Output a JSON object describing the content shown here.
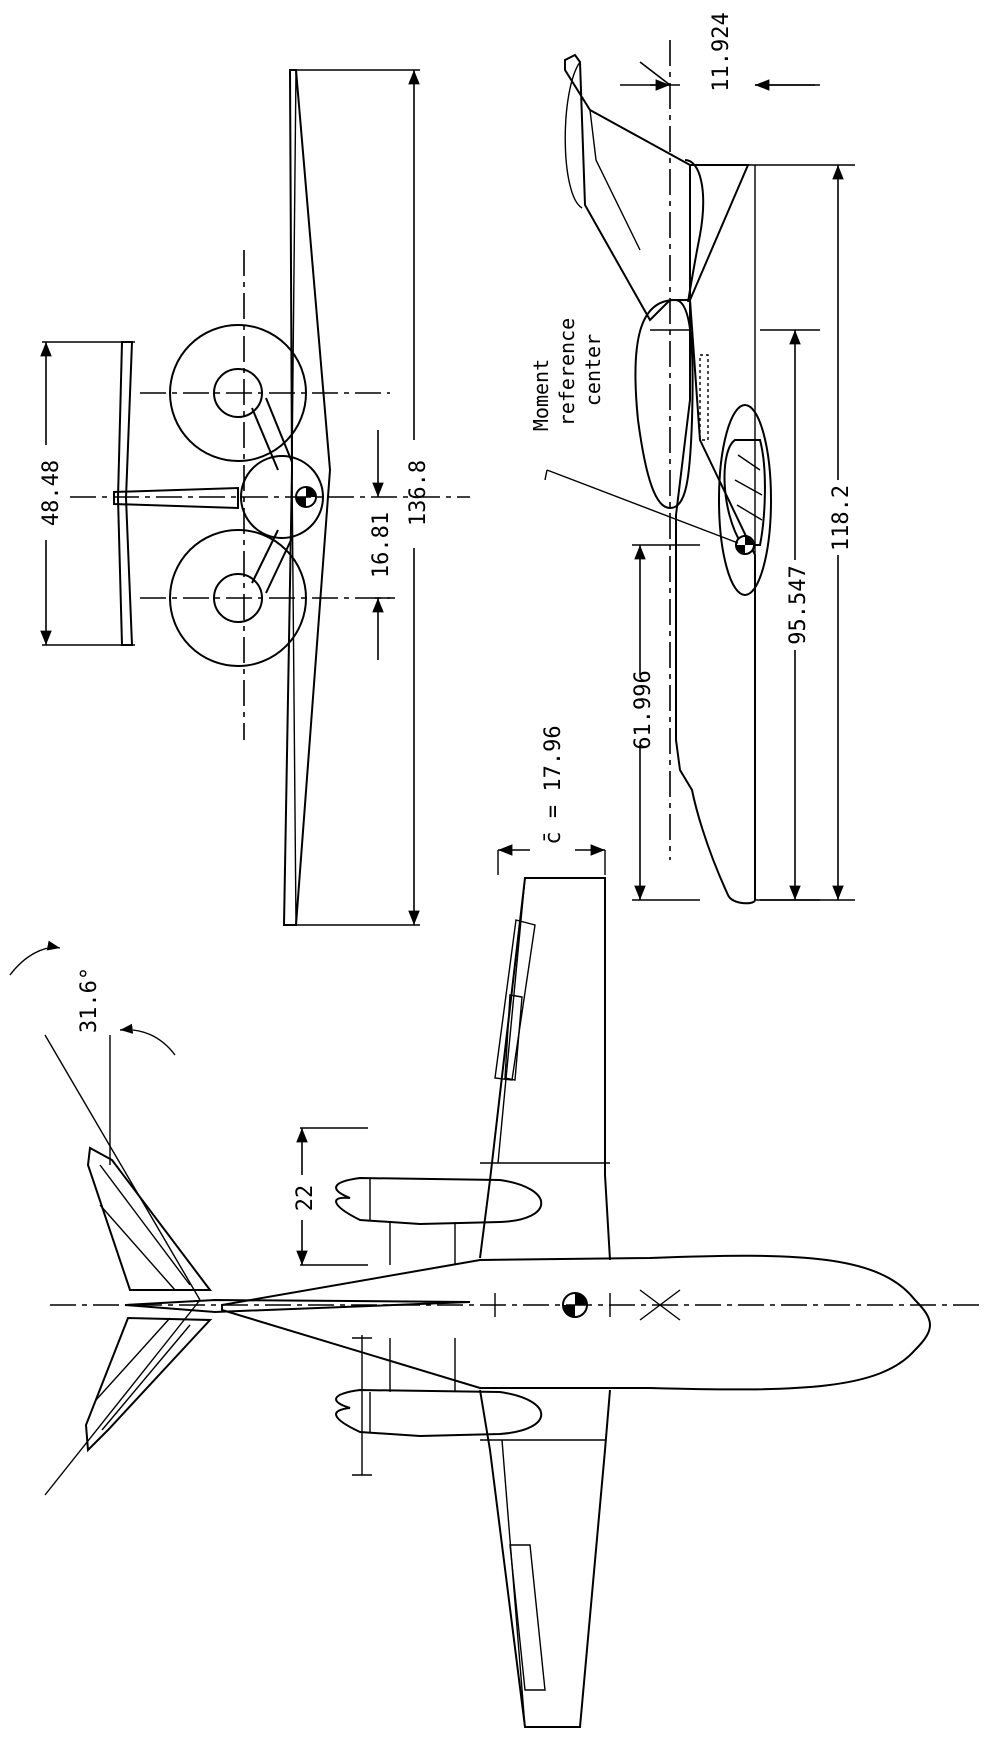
{
  "dimensions": {
    "span": "136.8",
    "tail_span": "48.48",
    "nacelle_offset": "16.81",
    "sweep_angle": "31.6°",
    "nacelle_length": "22",
    "mean_chord": "c̄ = 17.96",
    "length_to_mrc": "61.996",
    "length_95": "95.547",
    "overall_length": "118.2",
    "tail_height": "11.924"
  },
  "annotations": {
    "moment_reference_center": [
      "Moment",
      "reference",
      "center"
    ]
  }
}
